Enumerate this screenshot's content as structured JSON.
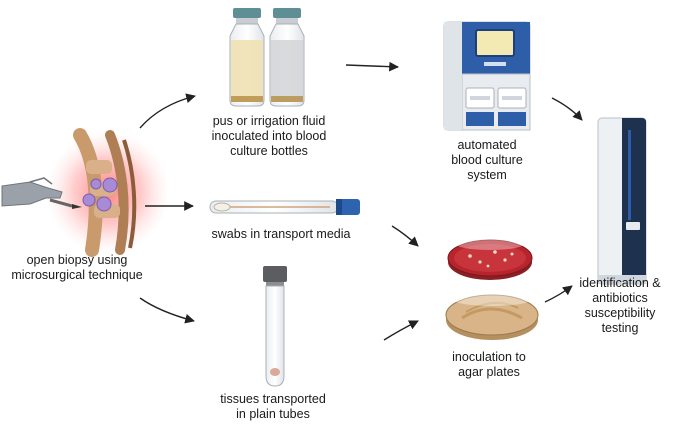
{
  "labels": {
    "biopsy": "open biopsy using\nmicrosurgical technique",
    "bottles": "pus or irrigation fluid\ninoculated into blood\nculture bottles",
    "swabs": "swabs in transport media",
    "tubes": "tissues transported\nin plain tubes",
    "system": "automated\nblood culture\nsystem",
    "plates": "inoculation to\nagar plates",
    "identification": "identification &\nantibiotics\nsusceptibility\ntesting"
  },
  "colors": {
    "arrow": "#222222",
    "plate_red": "#b8242c",
    "plate_tan": "#d9b488",
    "instrument_blue": "#2f5ea8",
    "instrument_navy": "#1e3250",
    "cap_teal": "#5d8f95",
    "swab_cap_blue": "#2e63b0"
  }
}
